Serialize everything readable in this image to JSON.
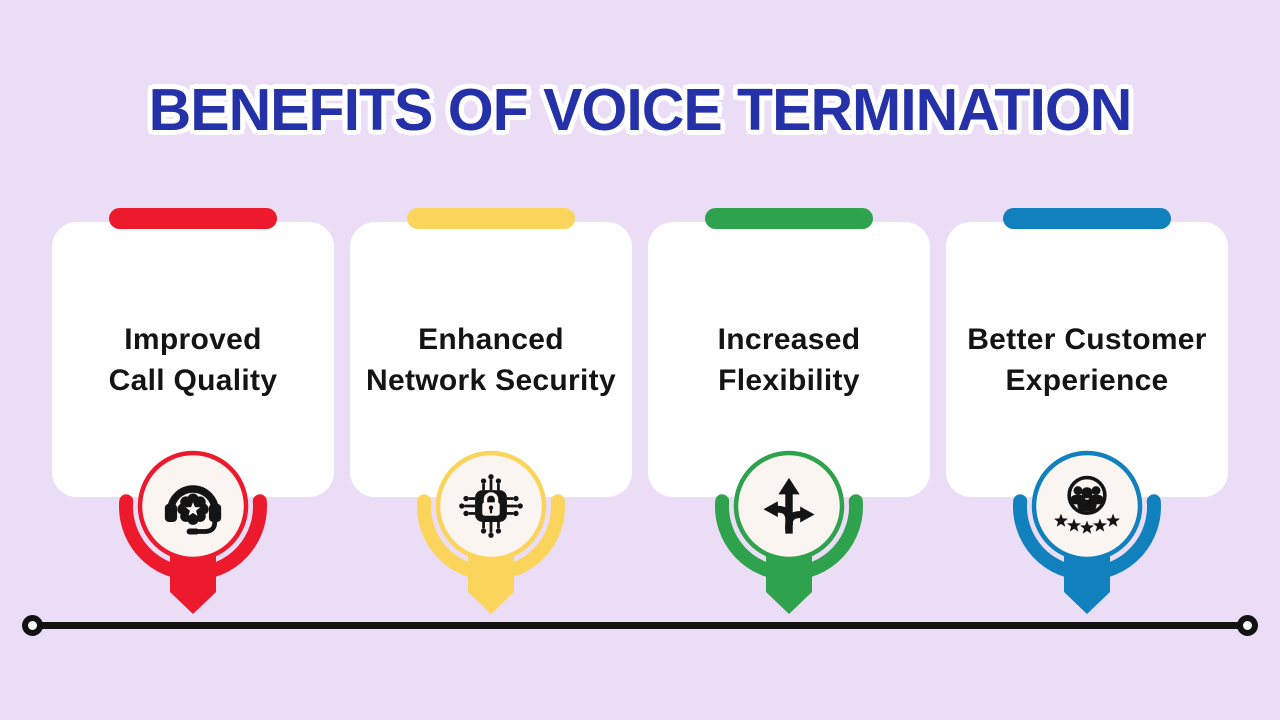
{
  "title": "BENEFITS OF VOICE TERMINATION",
  "theme": {
    "background": "#ECDDF7",
    "card_background": "#FFFFFF",
    "title_color": "#2531A8",
    "title_outline": "#FFFFFF",
    "label_color": "#141414",
    "timeline_color": "#121212",
    "icon_circle_background": "#FBF5F2",
    "accent_red": "#ED1A2D",
    "accent_yellow": "#FBD45C",
    "accent_green": "#2EA24D",
    "accent_blue": "#1181BE"
  },
  "cards": [
    {
      "label_lines": [
        "Improved",
        "Call Quality"
      ],
      "accent": "#ED1A2D",
      "icon": "headset-support-icon"
    },
    {
      "label_lines": [
        "Enhanced",
        "Network Security"
      ],
      "accent": "#FBD45C",
      "icon": "encrypted-chip-icon"
    },
    {
      "label_lines": [
        "Increased",
        "Flexibility"
      ],
      "accent": "#2EA24D",
      "icon": "three-way-arrows-icon"
    },
    {
      "label_lines": [
        "Better Customer",
        "Experience"
      ],
      "accent": "#1181BE",
      "icon": "customer-rating-icon"
    }
  ]
}
